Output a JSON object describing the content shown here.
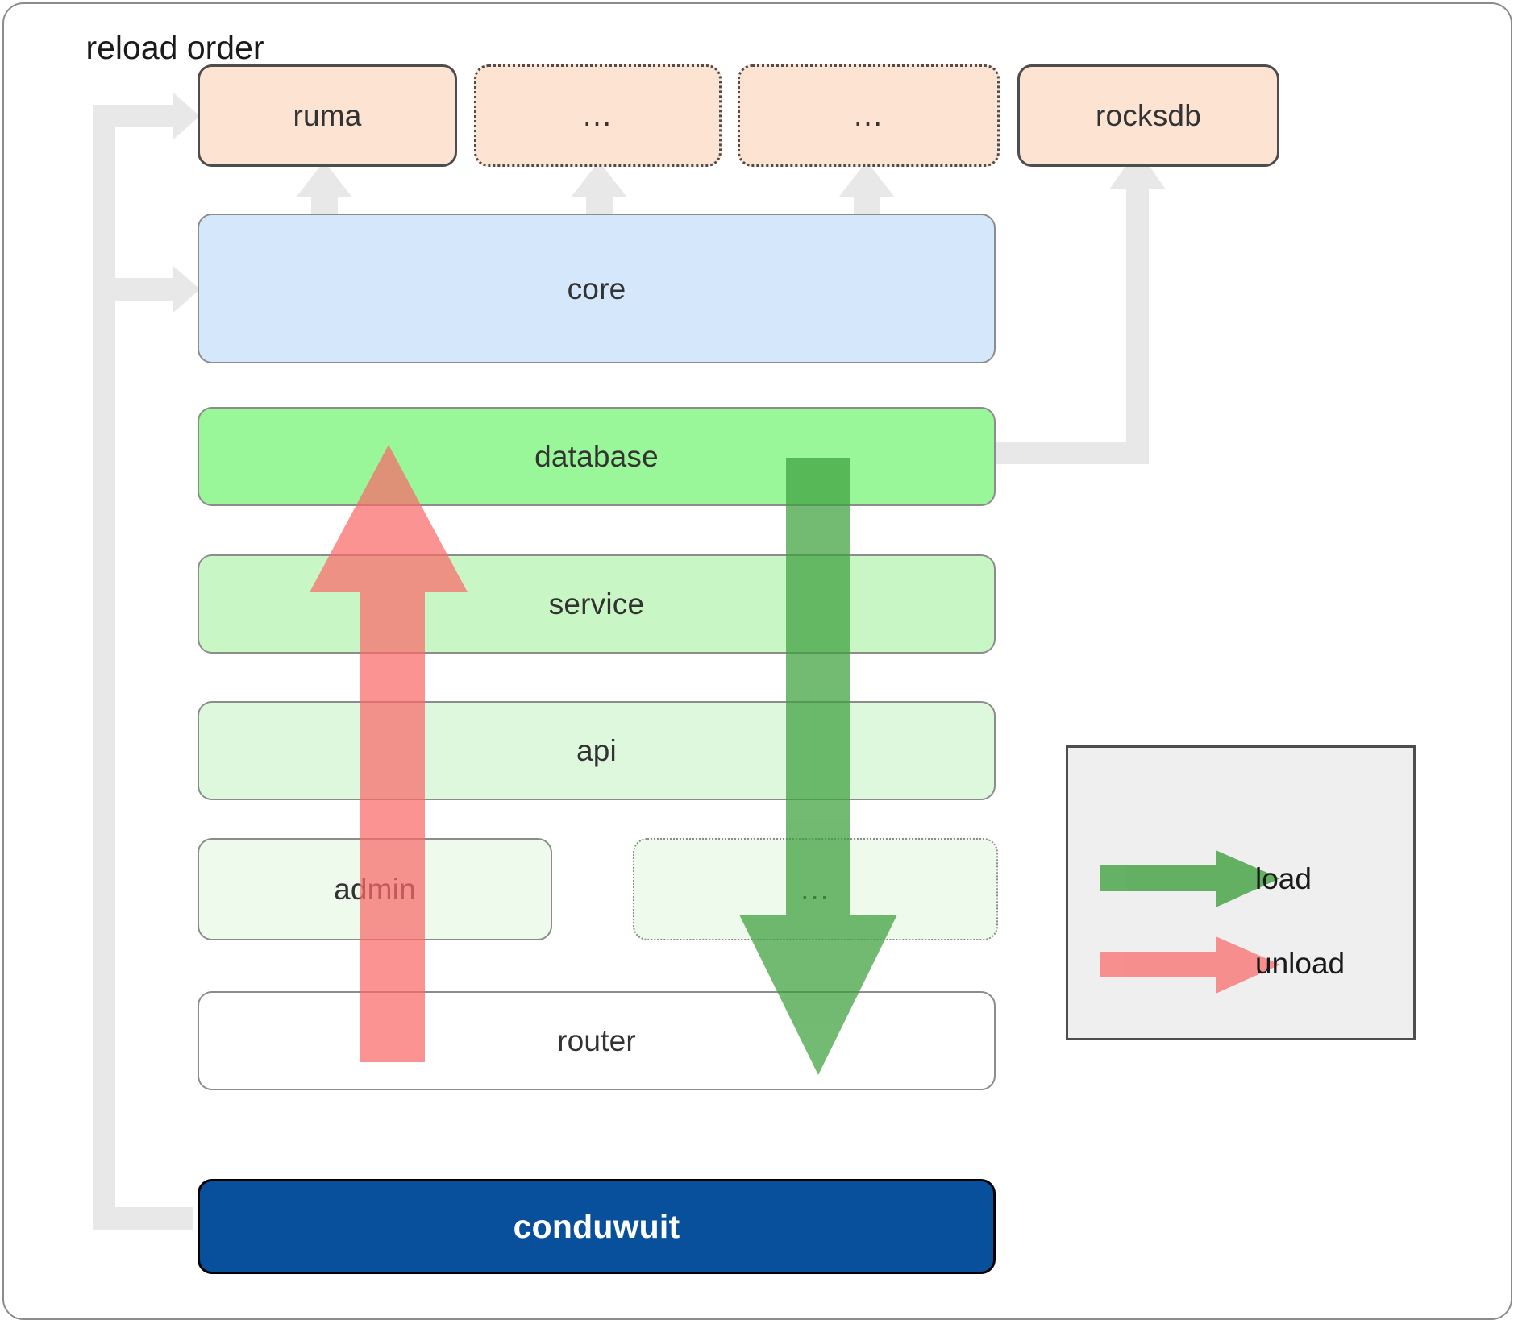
{
  "diagram": {
    "title": "conduwuit crate dependency / reload order diagram",
    "colors": {
      "dependency_box": "#fde3d2",
      "core": "#d4e7fb",
      "database": "#99f79a",
      "service": "#c8f7c5",
      "api": "#ddf8dc",
      "admin": "#eefaec",
      "dots_row": "#eefaec",
      "router": "#ffffff",
      "conduwuit": "#08509c",
      "load_arrow": "#4caf50",
      "unload_arrow": "#fa8a8a",
      "connector": "#e8e8e8",
      "legend_bg": "#efefef",
      "border": "#8c8c8c"
    }
  },
  "dependencies": [
    {
      "id": "ruma",
      "label": "ruma",
      "style": "solid"
    },
    {
      "id": "dots1",
      "label": "...",
      "style": "dotted"
    },
    {
      "id": "dots2",
      "label": "...",
      "style": "dotted"
    },
    {
      "id": "rocksdb",
      "label": "rocksdb",
      "style": "solid"
    }
  ],
  "stack": [
    {
      "id": "core",
      "label": "core",
      "style": "solid"
    },
    {
      "id": "database",
      "label": "database",
      "style": "solid"
    },
    {
      "id": "service",
      "label": "service",
      "style": "solid"
    },
    {
      "id": "api",
      "label": "api",
      "style": "solid"
    },
    {
      "id": "admin",
      "label": "admin",
      "style": "solid"
    },
    {
      "id": "dots3",
      "label": "...",
      "style": "dotted"
    },
    {
      "id": "router",
      "label": "router",
      "style": "solid"
    }
  ],
  "root": {
    "id": "conduwuit",
    "label": "conduwuit"
  },
  "legend": {
    "title": "reload order",
    "entries": [
      {
        "id": "load",
        "label": "load",
        "color": "#4caf50"
      },
      {
        "id": "unload",
        "label": "unload",
        "color": "#fa8a8a"
      }
    ]
  }
}
